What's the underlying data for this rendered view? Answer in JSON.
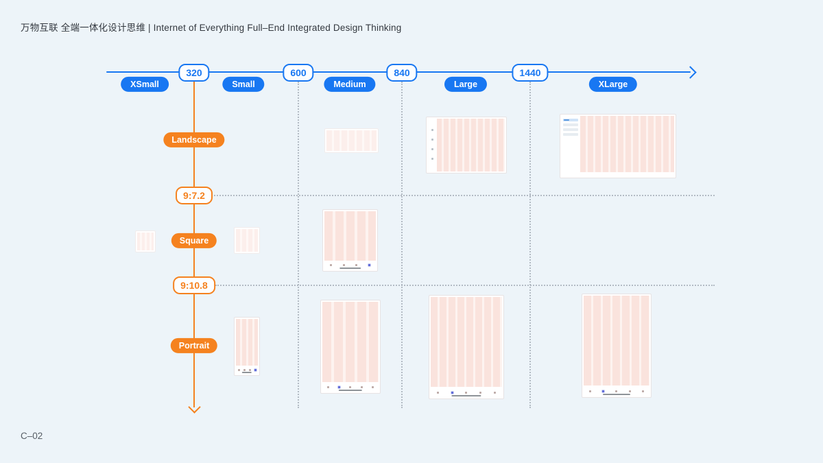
{
  "header": {
    "title": "万物互联 全端一体化设计思维 | Internet of Everything Full–End Integrated Design Thinking"
  },
  "footer": {
    "code": "C–02"
  },
  "colors": {
    "background": "#EDF4F9",
    "accent_blue": "#1877F2",
    "accent_orange": "#F5821F",
    "grid_pink": "#FAE3DD",
    "dotted_gray": "#A9B2BB"
  },
  "timeline": {
    "axis_name": "viewport-width-axis",
    "breakpoints": [
      {
        "label": "320"
      },
      {
        "label": "600"
      },
      {
        "label": "840"
      },
      {
        "label": "1440"
      }
    ],
    "sizes": [
      {
        "label": "XSmall"
      },
      {
        "label": "Small"
      },
      {
        "label": "Medium"
      },
      {
        "label": "Large"
      },
      {
        "label": "XLarge"
      }
    ]
  },
  "orientation_axis": {
    "axis_name": "aspect-ratio-axis",
    "labels": [
      {
        "label": "Landscape",
        "style": "filled"
      },
      {
        "label": "9:7.2",
        "style": "outline"
      },
      {
        "label": "Square",
        "style": "filled"
      },
      {
        "label": "9:10.8",
        "style": "outline"
      },
      {
        "label": "Portrait",
        "style": "filled"
      }
    ]
  },
  "mockups": [
    {
      "name": "medium-landscape"
    },
    {
      "name": "large-landscape"
    },
    {
      "name": "xlarge-landscape"
    },
    {
      "name": "xsmall-square"
    },
    {
      "name": "small-square"
    },
    {
      "name": "medium-square"
    },
    {
      "name": "small-portrait"
    },
    {
      "name": "medium-portrait"
    },
    {
      "name": "large-portrait"
    },
    {
      "name": "xlarge-portrait"
    }
  ]
}
